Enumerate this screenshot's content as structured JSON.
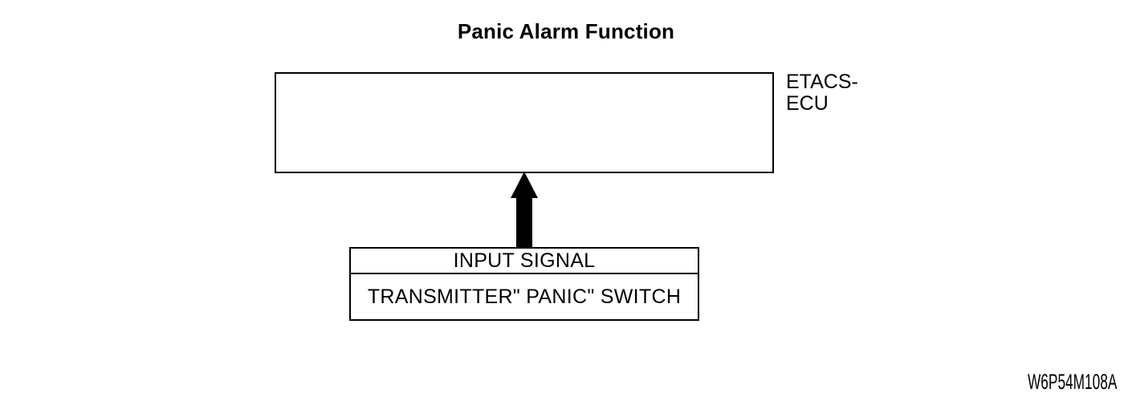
{
  "colors": {
    "ink": "#000000",
    "background": "#ffffff"
  },
  "title": "Panic Alarm Function",
  "diagram": {
    "ecu_box": {
      "label_lines": [
        "ETACS-",
        "ECU"
      ]
    },
    "arrow": {
      "name": "up-arrow",
      "meaning": "signal flow from switch to ECU"
    },
    "input_box": {
      "header": "INPUT SIGNAL",
      "label": "TRANSMITTER\" PANIC\" SWITCH"
    },
    "figure_code": "W6P54M108A"
  }
}
